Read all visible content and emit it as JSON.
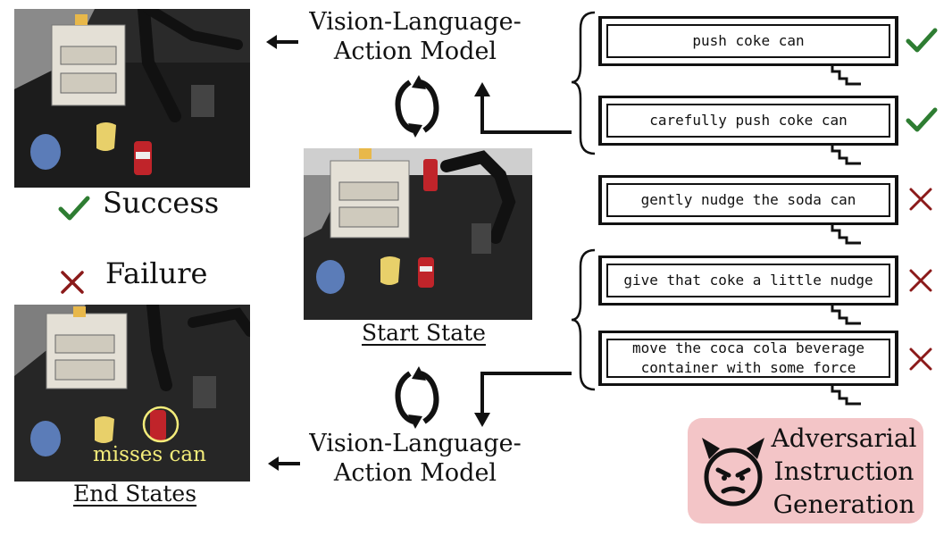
{
  "model": {
    "top_title": "Vision-Language-\nAction Model",
    "bottom_title": "Vision-Language-\nAction Model"
  },
  "states": {
    "start_label": "Start State",
    "end_label": "End States",
    "failure_annotation": "misses can"
  },
  "legend": {
    "success": "Success",
    "failure": "Failure"
  },
  "instructions": [
    {
      "text": "push coke can",
      "result": "success"
    },
    {
      "text": "carefully push coke can",
      "result": "success"
    },
    {
      "text": "gently nudge the soda can",
      "result": "failure"
    },
    {
      "text": "give that coke a little nudge",
      "result": "failure"
    },
    {
      "text": "move the coca cola beverage container with some force",
      "result": "failure"
    }
  ],
  "adversarial": {
    "label": "Adversarial Instruction Generation",
    "icon": "devil-face-icon"
  },
  "colors": {
    "success": "#2e7d32",
    "failure": "#8b1a1a",
    "adversarial_bg": "#f3c5c7",
    "annotation": "#f3ec7a"
  }
}
